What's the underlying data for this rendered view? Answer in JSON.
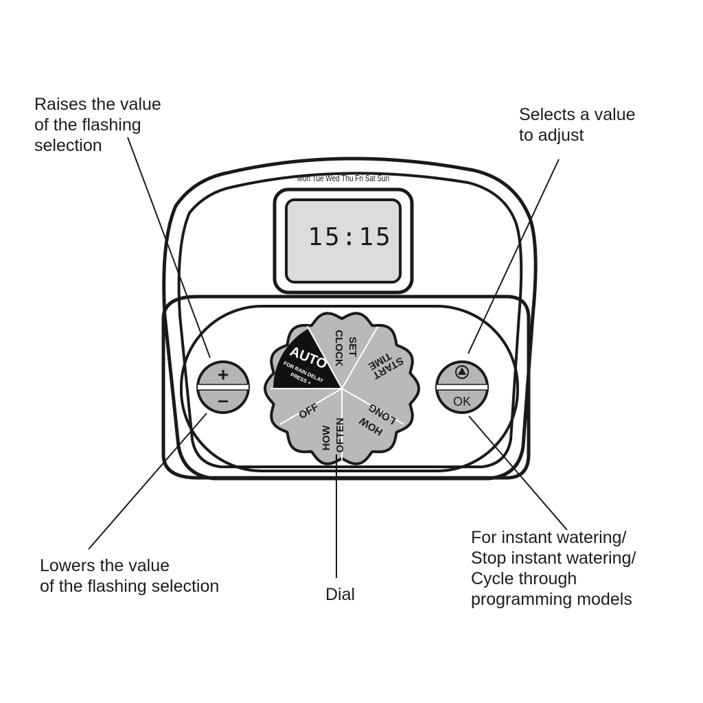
{
  "device": {
    "weekdays": "Mon Tue Wed Thu Fri Sat Sun",
    "display_time": "15:15",
    "plus_symbol": "+",
    "minus_symbol": "–",
    "select_icon": "up-triangle-in-circle-icon",
    "ok_label": "OK"
  },
  "dial": {
    "segments": {
      "auto": "AUTO",
      "auto_sub_1": "FOR RAIN DELAY",
      "auto_sub_2": "PRESS +",
      "set_clock_1": "SET",
      "set_clock_2": "CLOCK",
      "start_time_1": "START",
      "start_time_2": "TIME",
      "how_long_1": "HOW",
      "how_long_2": "LONG",
      "how_often_1": "HOW",
      "how_often_2": "OFTEN",
      "off": "OFF"
    }
  },
  "callouts": {
    "raise": [
      "Raises the value",
      "of the flashing",
      "selection"
    ],
    "select": [
      "Selects a value",
      "to adjust"
    ],
    "lower": [
      "Lowers the value",
      "of the flashing selection"
    ],
    "dial": [
      "Dial"
    ],
    "ok": [
      "For instant watering/",
      "Stop instant watering/",
      "Cycle through",
      "programming models"
    ]
  },
  "colors": {
    "outline": "#1a1a1a",
    "lcd_fill": "#dcdcdc",
    "dial_fill": "#b9b9b9",
    "auto_fill": "#111111",
    "button_fill": "#b5b5b5"
  }
}
